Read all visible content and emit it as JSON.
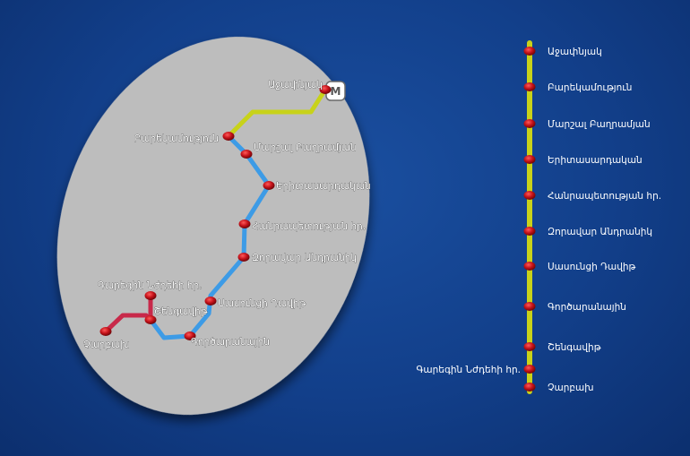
{
  "map": {
    "stations": [
      {
        "id": "ajapnyak",
        "name": "Աջափնյակ"
      },
      {
        "id": "barekamutyun",
        "name": "Բարեկամություն"
      },
      {
        "id": "marshal",
        "name": "Մարշալ Բաղրամյան"
      },
      {
        "id": "yeritasardakan",
        "name": "Երիտասարդական"
      },
      {
        "id": "hanrapetutyan",
        "name": "Հանրապետության հր."
      },
      {
        "id": "zoravar",
        "name": "Զորավար Անդրանիկ"
      },
      {
        "id": "sasuntsi",
        "name": "Սասունցի Դավիթ"
      },
      {
        "id": "gortsaranayin",
        "name": "Գործարանային"
      },
      {
        "id": "shengavit",
        "name": "Շենգավիթ"
      },
      {
        "id": "garegin",
        "name": "Գարեգին Նժդեհի հր."
      },
      {
        "id": "charbakh",
        "name": "Չարբախ"
      }
    ],
    "metro_logo_letter": "M",
    "colors": {
      "background": "#123f8a",
      "ellipse": "#bdbdbd",
      "line_yellow": "#c8d21a",
      "line_blue": "#3d9be6",
      "line_red": "#c8294a",
      "station": "#c4121a"
    }
  }
}
